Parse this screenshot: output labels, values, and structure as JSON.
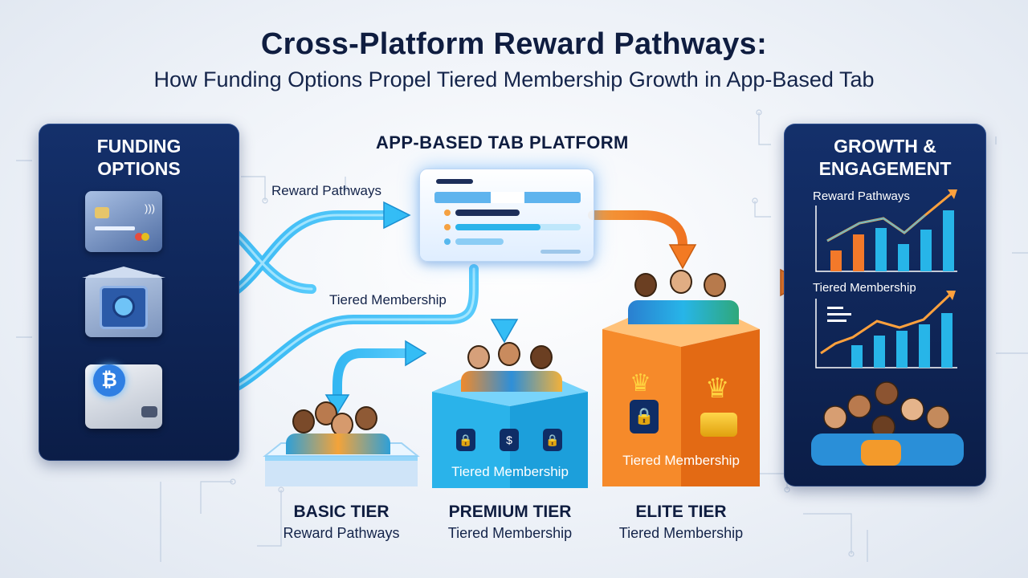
{
  "header": {
    "title": "Cross-Platform Reward Pathways:",
    "subtitle": "How Funding Options Propel Tiered Membership Growth in App-Based Tab"
  },
  "funding_panel": {
    "title_line1": "FUNDING",
    "title_line2": "OPTIONS",
    "items": [
      {
        "icon": "credit-card-icon"
      },
      {
        "icon": "bank-vault-icon"
      },
      {
        "icon": "bitcoin-wallet-icon"
      }
    ]
  },
  "flow_labels": {
    "reward_pathways": "Reward Pathways",
    "tiered_membership": "Tiered Membership"
  },
  "platform": {
    "title": "APP-BASED TAB PLATFORM"
  },
  "tiers": [
    {
      "name": "BASIC TIER",
      "subtitle": "Reward Pathways",
      "color": "#cfe6fb"
    },
    {
      "name": "PREMIUM TIER",
      "subtitle": "Tiered Membership",
      "box_label": "Tiered Membership",
      "color": "#29b3ea"
    },
    {
      "name": "ELITE TIER",
      "subtitle": "Tiered Membership",
      "box_label": "Tiered Membership",
      "color": "#f17a1e"
    }
  ],
  "growth_panel": {
    "title_line1": "GROWTH &",
    "title_line2": "ENGAGEMENT",
    "chart1_label": "Reward Pathways",
    "chart2_label": "Tiered Membership"
  },
  "colors": {
    "navy": "#0b1d47",
    "flow_blue": "#2fb6f2",
    "flow_orange": "#f58a28",
    "bar_orange": "#f3792a",
    "bar_cyan": "#27b5e8"
  }
}
